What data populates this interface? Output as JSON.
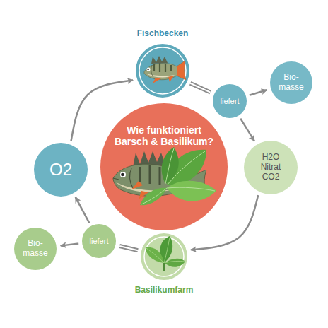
{
  "diagram": {
    "nodes": [
      {
        "text": [
          "Fischbecken"
        ]
      },
      {
        "text": [
          "liefert"
        ]
      },
      {
        "text": [
          "Bio- masse"
        ]
      },
      {
        "text": [
          "O2"
        ]
      },
      {
        "text": [
          "Wie funktioniert Barsch & Basilikum?"
        ]
      },
      {
        "text": [
          "H2O Nitrat CO2"
        ]
      },
      {
        "text": [
          "liefert"
        ]
      },
      {
        "text": [
          "Bio- masse"
        ]
      },
      {
        "text": [
          "Basilikumfarm"
        ]
      }
    ],
    "edges": [
      {
        "from": 3,
        "to": 0,
        "arrow": "to"
      },
      {
        "from": 0,
        "to": 1,
        "arrow": "none"
      },
      {
        "from": 1,
        "to": 2,
        "arrow": "to"
      },
      {
        "from": 1,
        "to": 5,
        "arrow": "to"
      },
      {
        "from": 5,
        "to": 8,
        "arrow": "to"
      },
      {
        "from": 8,
        "to": 6,
        "arrow": "none"
      },
      {
        "from": 6,
        "to": 7,
        "arrow": "to"
      },
      {
        "from": 6,
        "to": 3,
        "arrow": "to"
      }
    ]
  }
}
